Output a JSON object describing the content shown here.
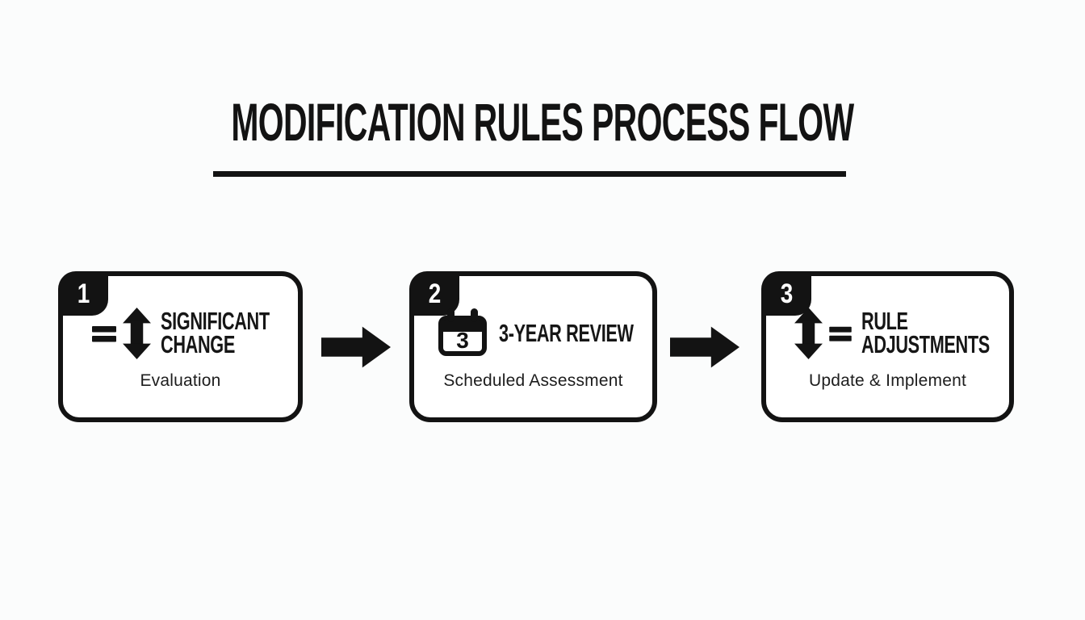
{
  "title": {
    "text": "MODIFICATION RULES PROCESS FLOW"
  },
  "steps": [
    {
      "number": "1",
      "icon": "equals-updown-arrow-icon",
      "heading_line1": "SIGNIFICANT",
      "heading_line2": "CHANGE",
      "subtitle": "Evaluation"
    },
    {
      "number": "2",
      "icon": "calendar-icon",
      "calendar_day": "3",
      "heading_line1": "3-YEAR REVIEW",
      "heading_line2": "",
      "subtitle": "Scheduled Assessment"
    },
    {
      "number": "3",
      "icon": "updown-arrow-equals-icon",
      "heading_line1": "RULE",
      "heading_line2": "ADJUSTMENTS",
      "subtitle": "Update & Implement"
    }
  ],
  "colors": {
    "ink": "#131313",
    "card_background": "#ffffff",
    "page_background": "#fbfcfc"
  }
}
